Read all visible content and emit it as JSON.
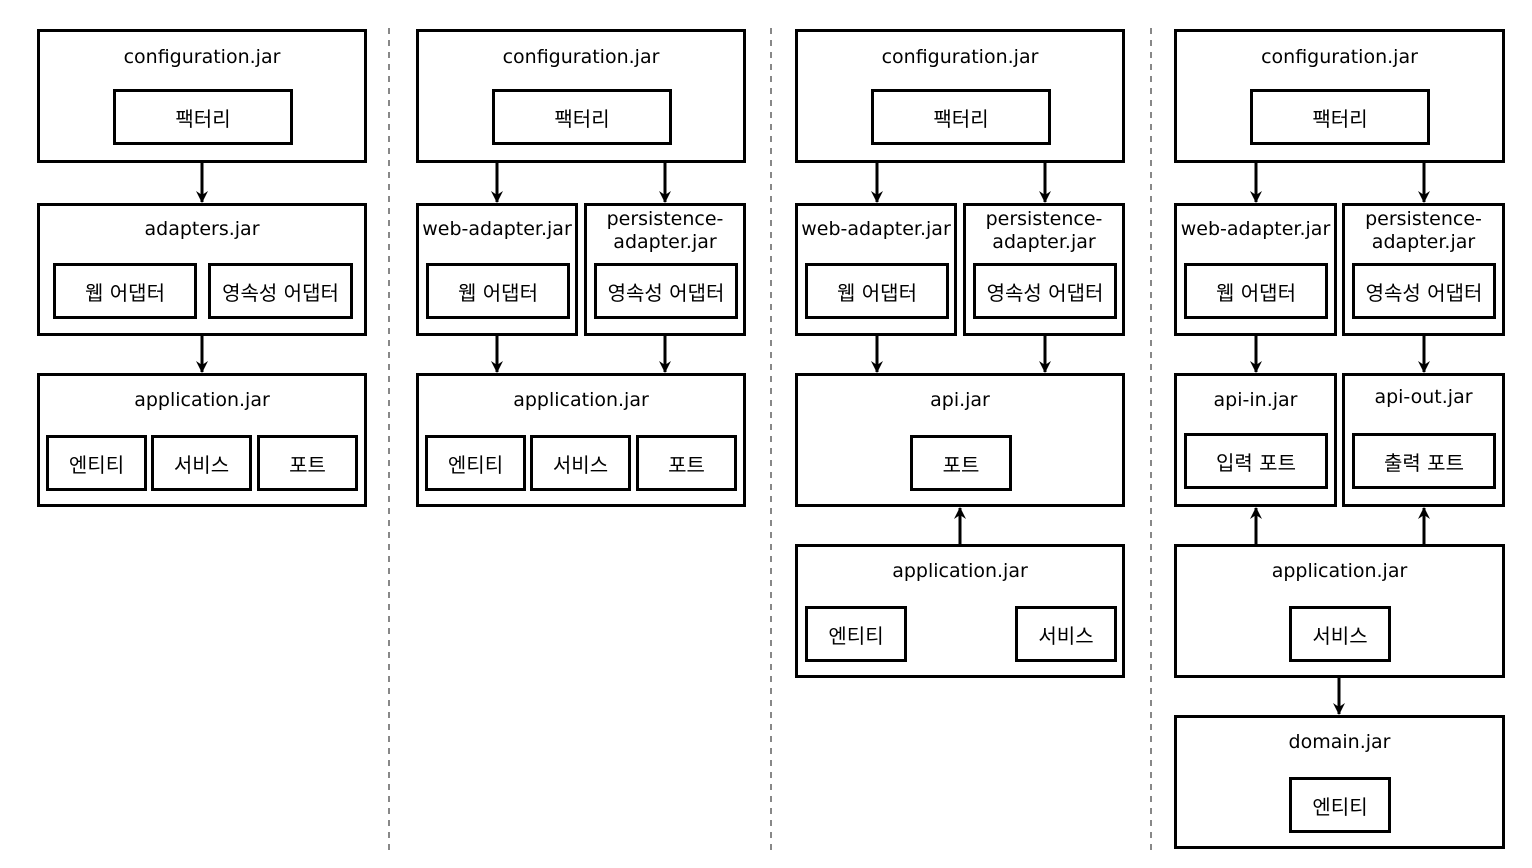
{
  "colors": {
    "line": "#000000",
    "background": "#ffffff",
    "divider": "#888888"
  },
  "columns": [
    {
      "configuration": {
        "title": "configuration.jar",
        "factory": "팩터리"
      },
      "adapters": {
        "title": "adapters.jar",
        "web": "웹 어댑터",
        "persistence": "영속성 어댑터"
      },
      "application": {
        "title": "application.jar",
        "entity": "엔티티",
        "service": "서비스",
        "port": "포트"
      }
    },
    {
      "configuration": {
        "title": "configuration.jar",
        "factory": "팩터리"
      },
      "web_adapter": {
        "title": "web-adapter.jar",
        "item": "웹 어댑터"
      },
      "persistence_adapter": {
        "title": "persistence-adapter.jar",
        "item": "영속성 어댑터"
      },
      "application": {
        "title": "application.jar",
        "entity": "엔티티",
        "service": "서비스",
        "port": "포트"
      }
    },
    {
      "configuration": {
        "title": "configuration.jar",
        "factory": "팩터리"
      },
      "web_adapter": {
        "title": "web-adapter.jar",
        "item": "웹 어댑터"
      },
      "persistence_adapter": {
        "title": "persistence-adapter.jar",
        "item": "영속성 어댑터"
      },
      "api": {
        "title": "api.jar",
        "port": "포트"
      },
      "application": {
        "title": "application.jar",
        "entity": "엔티티",
        "service": "서비스"
      }
    },
    {
      "configuration": {
        "title": "configuration.jar",
        "factory": "팩터리"
      },
      "web_adapter": {
        "title": "web-adapter.jar",
        "item": "웹 어댑터"
      },
      "persistence_adapter": {
        "title": "persistence-adapter.jar",
        "item": "영속성 어댑터"
      },
      "api_in": {
        "title": "api-in.jar",
        "port": "입력 포트"
      },
      "api_out": {
        "title": "api-out.jar",
        "port": "출력 포트"
      },
      "application": {
        "title": "application.jar",
        "service": "서비스"
      },
      "domain": {
        "title": "domain.jar",
        "entity": "엔티티"
      }
    }
  ]
}
